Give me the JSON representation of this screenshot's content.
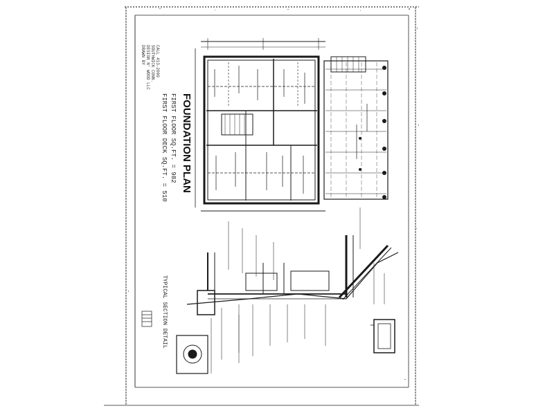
{
  "sheet": {
    "title": "FOUNDATION PLAN",
    "area_line_1": "FIRST FLOOR SQ.FT. = 982",
    "area_line_2": "FIRST FLOOR DECK SQ.FT. = 510",
    "section_title": "TYPICAL SECTION DETAIL",
    "colors": {
      "ink": "#1a1a1a",
      "paper": "#ffffff",
      "speckle": "#8a8a8a"
    }
  }
}
